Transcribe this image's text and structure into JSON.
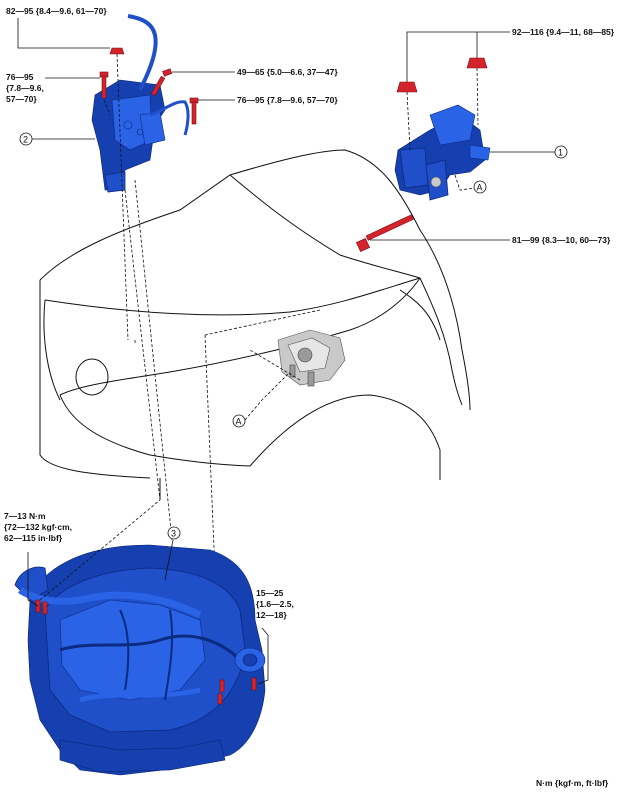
{
  "torques": {
    "t_82_95": "82—95 {8.4—9.6, 61—70}",
    "t_76_95_a_l1": "76—95",
    "t_76_95_a_l2": "{7.8—9.6,",
    "t_76_95_a_l3": "57—70}",
    "t_49_65": "49—65 {5.0—6.6, 37—47}",
    "t_76_95_b": "76—95 {7.8—9.6, 57—70}",
    "t_92_116": "92—116 {9.4—11, 68—85}",
    "t_81_99": "81—99 {8.3—10, 60—73}",
    "t_7_13_l1": "7—13 N·m",
    "t_7_13_l2": "{72—132 kgf·cm,",
    "t_7_13_l3": "62—115 in·lbf}",
    "t_15_25_l1": "15—25",
    "t_15_25_l2": "{1.6—2.5,",
    "t_15_25_l3": "12—18}"
  },
  "callouts": {
    "c1": "1",
    "c2": "2",
    "c3": "3",
    "a_upper": "A",
    "a_lower": "A"
  },
  "units_note": "N·m {kgf·m, ft·lbf}",
  "colors": {
    "part_blue": "#1f4fc9",
    "fastener_red": "#d4232a"
  }
}
